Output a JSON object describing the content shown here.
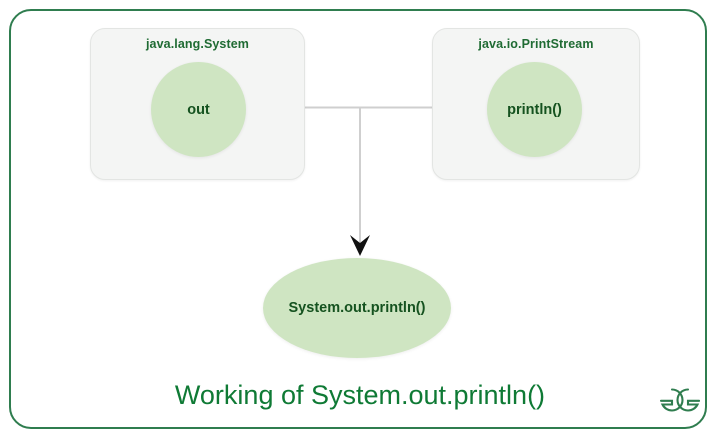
{
  "diagram": {
    "caption": "Working of System.out.println()",
    "colors": {
      "frame_border": "#2f7d4f",
      "box_fill": "#f4f5f4",
      "box_border": "#e3e5e3",
      "circle_fill": "#cfe5c2",
      "label_green": "#1f6b33",
      "member_text": "#15521f",
      "caption_green": "#0f7a35",
      "connector_gray": "#cfcfcf",
      "arrow_black": "#111111"
    },
    "boxes": [
      {
        "id": "system",
        "label": "java.lang.System",
        "member": "out"
      },
      {
        "id": "printstream",
        "label": "java.io.PrintStream",
        "member": "println()"
      }
    ],
    "result": {
      "label": "System.out.println()",
      "shape": "ellipse"
    },
    "connectors": [
      {
        "from": "java.lang.System",
        "to": "java.io.PrintStream",
        "style": "horizontal-line"
      },
      {
        "from": "junction",
        "to": "System.out.println()",
        "style": "arrow-down"
      }
    ],
    "watermark": {
      "name": "geeksforgeeks-logo",
      "text": "ƎG"
    }
  }
}
